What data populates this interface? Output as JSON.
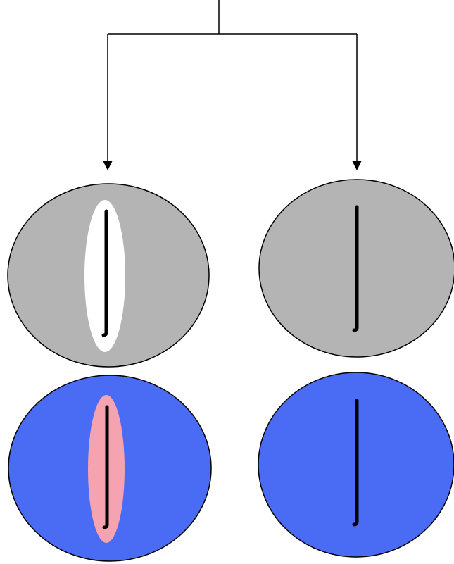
{
  "diagram": {
    "colors": {
      "background": "#ffffff",
      "line": "#000000",
      "gray_fill": "#b4b4b4",
      "blue_fill": "#4a6cf4",
      "white_halo": "#ffffff",
      "pink_halo": "#f5a3b0"
    },
    "ellipses": [
      {
        "id": "top-left",
        "fill": "gray_fill",
        "halo": "white_halo"
      },
      {
        "id": "top-right",
        "fill": "gray_fill",
        "halo": null
      },
      {
        "id": "bottom-left",
        "fill": "blue_fill",
        "halo": "pink_halo"
      },
      {
        "id": "bottom-right",
        "fill": "blue_fill",
        "halo": null
      }
    ]
  }
}
